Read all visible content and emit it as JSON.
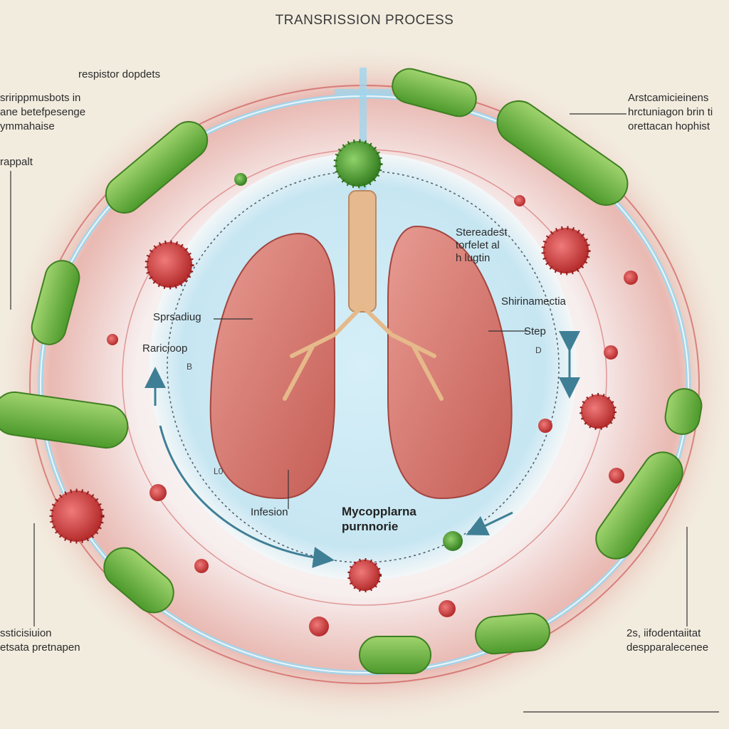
{
  "title": "TRANSRISSION PROCESS",
  "labels": {
    "top_left": "respistor dopdets",
    "left_block": [
      "sririppmusbots in",
      "ane betefpesenge",
      "ymmahaise"
    ],
    "left_mid": "rappalt",
    "bottom_left": [
      "ssticisiuion",
      "etsata pretnapen"
    ],
    "top_right": [
      "Arstcamicieinens",
      "hrctuniagon brin ti",
      "orettacan hophist"
    ],
    "bottom_right": [
      "2s, iifodentaiitat",
      "despparalecenee"
    ],
    "inner_top_right": [
      "Stereadest",
      "torfelet al",
      "h lugtin"
    ],
    "inner_right": "Shirinamectia",
    "step": "Step",
    "step_sub": "D",
    "spreading": "Sprsadiug",
    "raricioop": "Raricioop",
    "raricioop_sub": "B",
    "infesion": "Infesion",
    "small_mark": "L0",
    "pathogen": [
      "Mycopplarna",
      "purnnorie"
    ]
  },
  "colors": {
    "background": "#f2ecdf",
    "inner_disc": "#cfe9f3",
    "ring_red": "#c94a4a",
    "tube": "#9fd6ec",
    "bacteria": "#6cb43f",
    "virus_red": "#d23b3b",
    "virus_green": "#4a9c2e",
    "lung": "#d77a72",
    "trachea": "#e7b98f",
    "arrow": "#3f7f95"
  }
}
